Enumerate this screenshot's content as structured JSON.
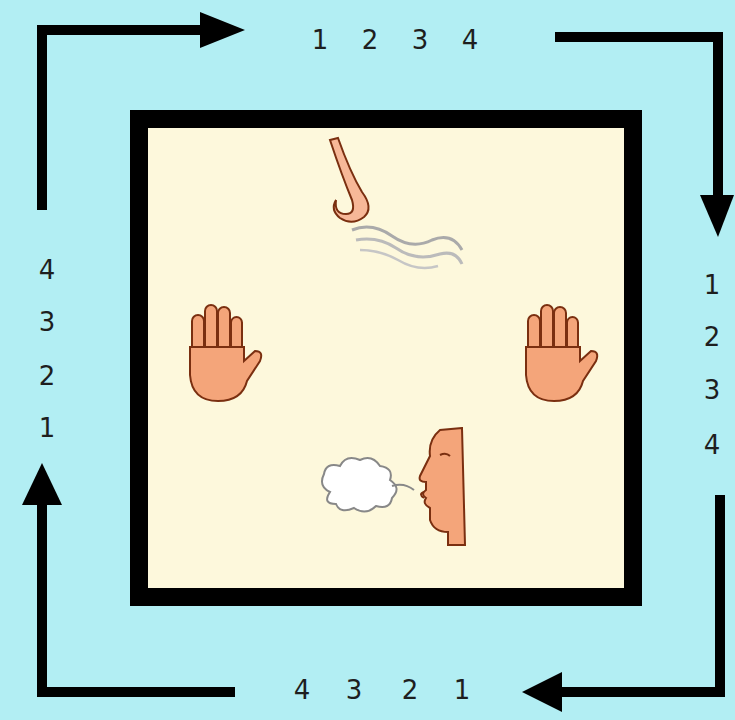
{
  "diagram": {
    "labels": [
      "1",
      "2",
      "3",
      "4",
      "1",
      "2",
      "3",
      "4",
      "4",
      "3",
      "2",
      "1",
      "4",
      "3",
      "2",
      "1"
    ]
  }
}
